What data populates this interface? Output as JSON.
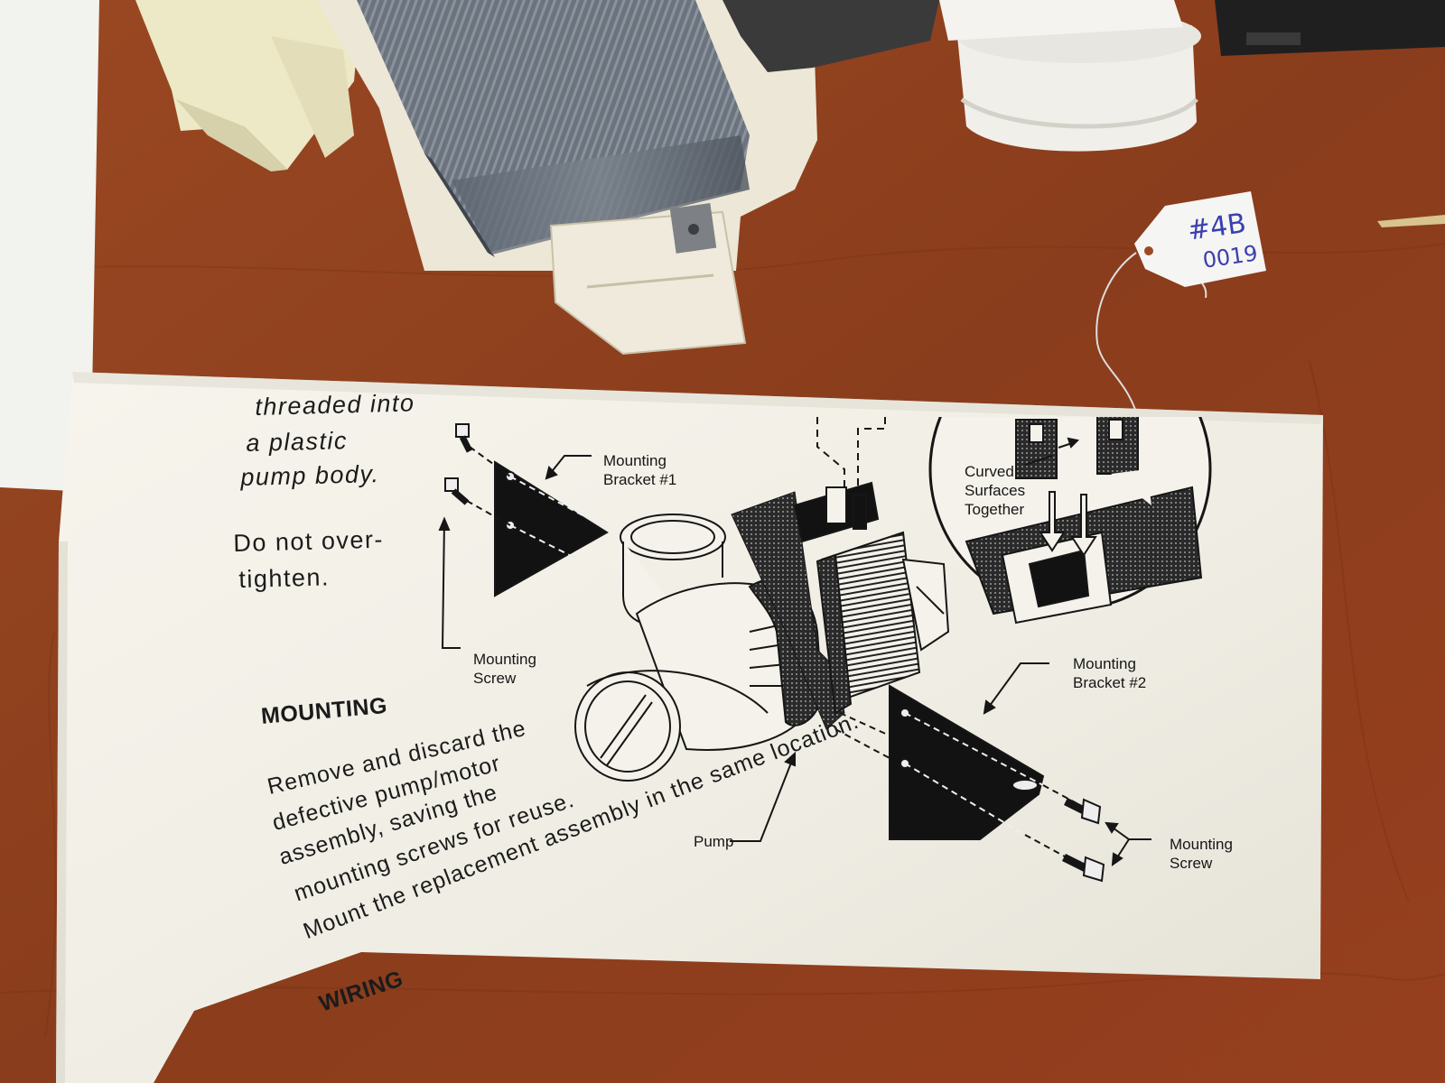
{
  "instructions": {
    "left_column": [
      "threaded into",
      "a plastic",
      "pump body.",
      "Do not over-",
      "tighten."
    ],
    "mounting_heading": "MOUNTING",
    "mounting_text": [
      "Remove and discard the",
      "defective pump/motor",
      "assembly, saving the",
      "mounting screws for reuse.",
      "Mount the replacement assembly in the same location."
    ],
    "wiring_heading": "WIRING"
  },
  "diagram_labels": {
    "bracket1": [
      "Mounting",
      "Bracket #1"
    ],
    "screw_left": [
      "Mounting",
      "Screw"
    ],
    "curved": [
      "Curved",
      "Surfaces",
      "Together"
    ],
    "bracket2": [
      "Mounting",
      "Bracket #2"
    ],
    "pump": "Pump",
    "screw_right": [
      "Mounting",
      "Screw"
    ]
  },
  "price_tag": [
    "#4B",
    "0019"
  ],
  "colors": {
    "table": "#8f4020",
    "paper": "#f3f1e8",
    "ink": "#161616",
    "tag_ink": "#3a3fb0"
  }
}
